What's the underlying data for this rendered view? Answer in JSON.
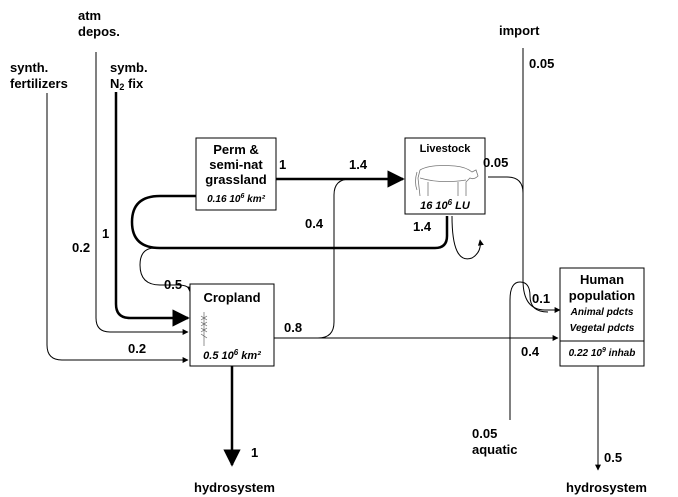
{
  "sources": {
    "synth_fertilizers": [
      "synth.",
      "fertilizers"
    ],
    "atm_depos": [
      "atm",
      "depos."
    ],
    "symb_fix": [
      "symb.",
      "N",
      "2",
      " fix"
    ],
    "import": "import",
    "aquatic": "aquatic"
  },
  "sinks": {
    "hydro_left": "hydrosystem",
    "hydro_right": "hydrosystem"
  },
  "boxes": {
    "grassland": {
      "lines": [
        "Perm &",
        "semi-nat",
        "grassland"
      ],
      "sub": "0.16 10",
      "sub_exp": "6",
      "sub_unit": " km²"
    },
    "livestock": {
      "title": "Livestock",
      "sub": "16 10",
      "sub_exp": "6",
      "sub_unit": " LU"
    },
    "cropland": {
      "title": "Cropland",
      "sub": "0.5 10",
      "sub_exp": "6",
      "sub_unit": " km²"
    },
    "human": {
      "lines": [
        "Human",
        "population"
      ],
      "items": [
        "Animal pdcts",
        "Vegetal pdcts"
      ],
      "sub": "0.22 10",
      "sub_exp": "9",
      "sub_unit": " inhab"
    }
  },
  "flows": {
    "import": "0.05",
    "grass_to_live_a": "1",
    "grass_to_live_b": "1.4",
    "live_to_human": "0.05",
    "crop_to_live": "0.4",
    "live_to_grass": "1.4",
    "symb_fix": "1",
    "fert": "0.2",
    "grass_to_crop": "0.5",
    "aquatic_in": "0.1",
    "crop_out": "0.8",
    "fert_to_crop": "0.2",
    "crop_to_human": "0.4",
    "aquatic": "0.05",
    "hydro_left": "1",
    "hydro_right": "0.5"
  }
}
